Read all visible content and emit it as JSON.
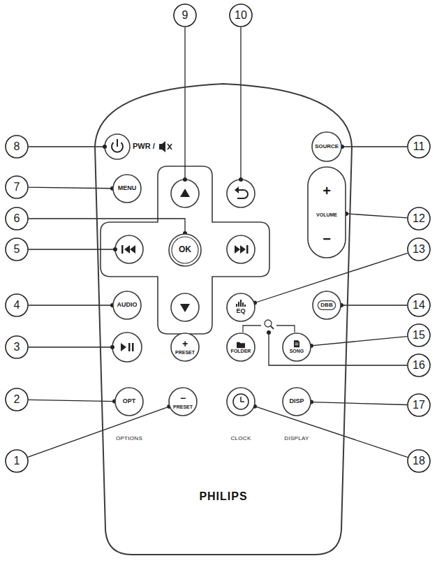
{
  "diagram": {
    "nodes": [
      {
        "text": [
          "PHILIPS"
        ]
      },
      {
        "text": [
          "MENU"
        ],
        "in": 0
      },
      {
        "text": [
          "SOURCE"
        ],
        "in": 0
      },
      {
        "text": [
          "+",
          "VOLUME",
          "−"
        ],
        "in": 0
      },
      {
        "text": [
          "OK"
        ],
        "in": 0
      },
      {
        "text": [
          "AUDIO"
        ],
        "in": 0
      },
      {
        "text": [
          "EQ"
        ],
        "in": 0
      },
      {
        "text": [
          "DBB"
        ],
        "in": 0
      },
      {
        "text": [
          "+",
          "PRESET"
        ],
        "in": 0
      },
      {
        "text": [
          "FOLDER"
        ],
        "in": 0
      },
      {
        "text": [
          "SONG"
        ],
        "in": 0
      },
      {
        "text": [
          "OPT",
          "OPTIONS"
        ],
        "in": 0
      },
      {
        "text": [
          "−",
          "PRESET"
        ],
        "in": 0
      },
      {
        "text": [
          "CLOCK"
        ],
        "in": 0
      },
      {
        "text": [
          "DISP",
          "DISPLAY"
        ],
        "in": 0
      },
      {
        "text": [
          "9"
        ]
      },
      {
        "text": [
          "10"
        ]
      },
      {
        "text": [
          "8"
        ]
      },
      {
        "text": [
          "11"
        ]
      },
      {
        "text": [
          "7"
        ]
      },
      {
        "text": [
          "6"
        ]
      },
      {
        "text": [
          "12"
        ]
      },
      {
        "text": [
          "5"
        ]
      },
      {
        "text": [
          "13"
        ]
      },
      {
        "text": [
          "4"
        ]
      },
      {
        "text": [
          "14"
        ]
      },
      {
        "text": [
          "15"
        ]
      },
      {
        "text": [
          "3"
        ]
      },
      {
        "text": [
          "16"
        ]
      },
      {
        "text": [
          "2"
        ]
      },
      {
        "text": [
          "17"
        ]
      },
      {
        "text": [
          "1"
        ]
      },
      {
        "text": [
          "18"
        ]
      }
    ],
    "edges": [
      {
        "from": 18,
        "to": 2,
        "arrow": "none"
      },
      {
        "from": 19,
        "to": 1,
        "arrow": "none"
      },
      {
        "from": 20,
        "to": 4,
        "arrow": "none"
      },
      {
        "from": 21,
        "to": 3,
        "arrow": "none"
      },
      {
        "from": 23,
        "to": 6,
        "arrow": "none"
      },
      {
        "from": 24,
        "to": 5,
        "arrow": "none"
      },
      {
        "from": 25,
        "to": 7,
        "arrow": "none"
      },
      {
        "from": 26,
        "to": 10,
        "arrow": "none"
      },
      {
        "from": 29,
        "to": 11,
        "arrow": "none"
      },
      {
        "from": 30,
        "to": 14,
        "arrow": "none"
      },
      {
        "from": 31,
        "to": 12,
        "arrow": "none"
      },
      {
        "from": 32,
        "to": 13,
        "arrow": "none"
      }
    ],
    "labels": [
      "PWR /"
    ]
  }
}
